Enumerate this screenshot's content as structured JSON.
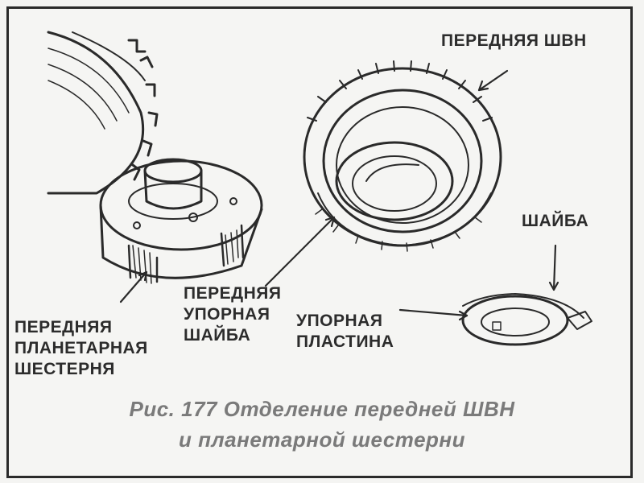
{
  "labels": {
    "front_sun_gear": "ПЕРЕДНЯЯ ШВН",
    "washer": "ШАЙБА",
    "front_thrust_washer": [
      "ПЕРЕДНЯЯ",
      "УПОРНАЯ",
      "ШАЙБА"
    ],
    "thrust_plate": [
      "УПОРНАЯ",
      "ПЛАСТИНА"
    ],
    "front_planetary_gear": [
      "ПЕРЕДНЯЯ",
      "ПЛАНЕТАРНАЯ",
      "ШЕСТЕРНЯ"
    ]
  },
  "caption": {
    "line1": "Рис. 177 Отделение передней ШВН",
    "line2": "и планетарной шестерни"
  },
  "colors": {
    "ink": "#2a2a2a",
    "caption": "#7a7a7a",
    "paper": "#f5f5f3"
  }
}
